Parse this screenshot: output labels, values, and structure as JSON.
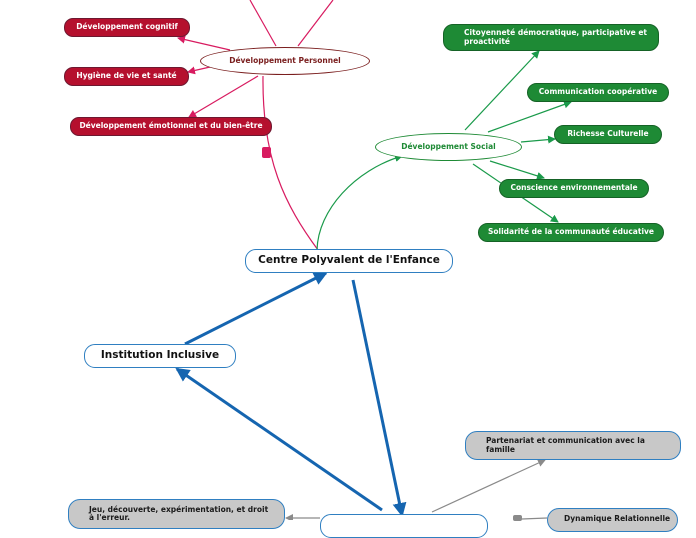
{
  "center_node": {
    "label": "Centre Polyvalent de l'Enfance"
  },
  "inclusive_node": {
    "label": "Institution Inclusive"
  },
  "personal": {
    "label": "Développement Personnel",
    "children": [
      "Développement cognitif",
      "Hygiène de vie et santé",
      "Développement émotionnel et du bien-être"
    ]
  },
  "social": {
    "label": "Développement Social",
    "children": [
      "Citoyenneté démocratique, participative et proactivité",
      "Communication coopérative",
      "Richesse Culturelle",
      "Conscience environnementale",
      "Solidarité de la communauté éducative"
    ]
  },
  "bottom_branch": {
    "children": [
      "Partenariat et communication avec la famille",
      "Jeu, découverte, expérimentation, et droit à l'erreur.",
      "Dynamique Relationnelle"
    ]
  },
  "colors": {
    "personal": "#b5102e",
    "personal_line": "#d81b60",
    "social": "#1e8a35",
    "social_line": "#1a9a4a",
    "main": "#1565b0",
    "grey": "#c8c8c8",
    "grey_line": "#8a8a8a"
  }
}
